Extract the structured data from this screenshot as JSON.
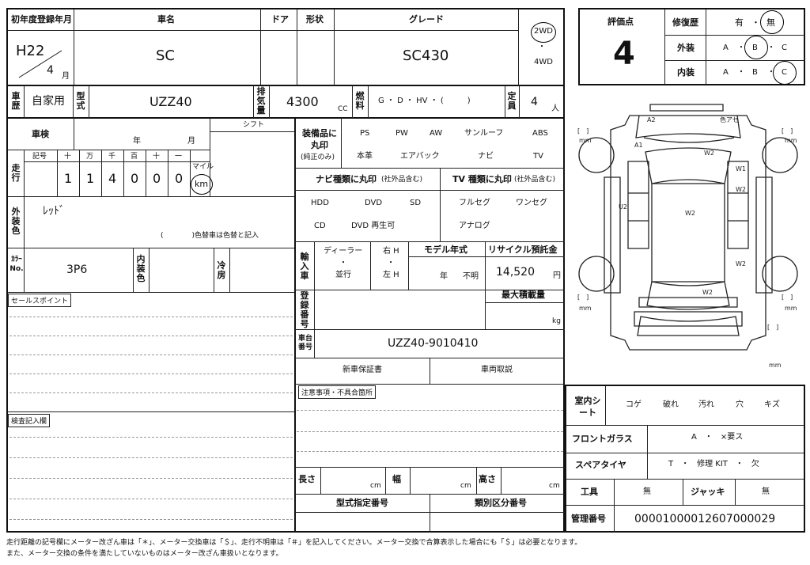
{
  "header": {
    "first_reg_label": "初年度登録年月",
    "era_year": "H22",
    "month": "4",
    "month_unit": "月",
    "car_name_label": "車名",
    "car_name": "SC",
    "door_label": "ドア",
    "shape_label": "形状",
    "grade_label": "グレード",
    "grade": "SC430",
    "drive_2wd": "2WD",
    "drive_dot": "・",
    "drive_4wd": "4WD"
  },
  "rating": {
    "score_label": "評価点",
    "score": "4",
    "repair_label": "修復歴",
    "repair_yes": "有",
    "repair_sep": "・",
    "repair_no": "無",
    "exterior_label": "外装",
    "interior_label": "内装",
    "grade_a": "A",
    "grade_b": "B",
    "grade_c": "C",
    "sep": "・"
  },
  "row2": {
    "usage_label": "車歴",
    "usage": "自家用",
    "model_label": "型式",
    "model": "UZZ40",
    "displacement_label": "排気量",
    "displacement": "4300",
    "cc": "CC",
    "fuel_label": "燃料",
    "fuel_options": "G ・ D ・ HV ・ (　　　)",
    "capacity_label": "定員",
    "capacity": "4",
    "capacity_unit": "人"
  },
  "inspection": {
    "label": "車検",
    "year_unit": "年",
    "month_unit": "月",
    "shift_label": "シフト"
  },
  "mileage": {
    "label": "走行",
    "code_label": "記号",
    "place_labels": [
      "十",
      "万",
      "千",
      "百",
      "十",
      "一"
    ],
    "digits": [
      "1",
      "1",
      "4",
      "0",
      "0",
      "0"
    ],
    "mile_label": "マイル",
    "km_label": "km"
  },
  "color": {
    "label": "外装色",
    "value": "ﾚｯﾄﾞ",
    "change_note": "(　　　　)色替車は色替と記入",
    "code_label": "ｶﾗｰNo.",
    "code": "3P6",
    "interior_color_label": "内装色",
    "ac_label": "冷房"
  },
  "sales_points": {
    "label": "セールスポイント"
  },
  "inspection_notes": {
    "label": "検査記入欄"
  },
  "equipment": {
    "label": "装備品に丸印",
    "sub": "(純正のみ)",
    "row1": [
      "PS",
      "PW",
      "AW",
      "サンルーフ",
      "ABS"
    ],
    "row2": [
      "本革",
      "エアバック",
      "ナビ",
      "TV"
    ]
  },
  "navi": {
    "label": "ナビ種類に丸印",
    "sub": "(社外品含む)",
    "row1": [
      "HDD",
      "DVD",
      "SD"
    ],
    "row2": [
      "CD",
      "DVD 再生可"
    ]
  },
  "tv": {
    "label": "TV 種類に丸印",
    "sub": "(社外品含む)",
    "row1": [
      "フルセグ",
      "ワンセグ"
    ],
    "row2": [
      "アナログ"
    ]
  },
  "import": {
    "label": "輸入車",
    "dealer": "ディーラー",
    "dot": "・",
    "parallel": "並行",
    "right_h": "右 H",
    "left_h": "左 H"
  },
  "model_year": {
    "label": "モデル年式",
    "year": "年",
    "unknown": "不明"
  },
  "recycle": {
    "label": "リサイクル預託金",
    "value": "14,520",
    "unit": "円"
  },
  "registration": {
    "label": "登録番号",
    "max_load_label": "最大積載量",
    "kg": "kg"
  },
  "chassis": {
    "label": "車台番号",
    "value": "UZZ40-9010410"
  },
  "docs": {
    "warranty": "新車保証書",
    "manual": "車両取説"
  },
  "caution": {
    "label": "注意事項・不具合箇所"
  },
  "dimensions": {
    "length": "長さ",
    "width": "幅",
    "height": "高さ",
    "cm": "cm"
  },
  "type_designation": "型式指定番号",
  "category_number": "類別区分番号",
  "interior_sheet": {
    "label": "室内シート",
    "items": [
      "コゲ",
      "破れ",
      "汚れ",
      "穴",
      "キズ"
    ]
  },
  "windshield": {
    "label": "フロントガラス",
    "value": "A　・　×要ス"
  },
  "spare_tire": {
    "label": "スペアタイヤ",
    "value": "T　・　修理 KIT　・　欠"
  },
  "tools": {
    "label": "工具",
    "value": "無",
    "jack_label": "ジャッキ",
    "jack_value": "無"
  },
  "management": {
    "label": "管理番号",
    "value": "00001000012607000029"
  },
  "diagram": {
    "a2": "A2",
    "color_fade": "色アセ",
    "a1": "A1",
    "w2_a": "W2",
    "w1": "W1",
    "w2_b": "W2",
    "u2": "U2",
    "w2_c": "W2",
    "w2_d": "W2",
    "w2_e": "W2",
    "mm": "mm",
    "bracket": "[　]"
  },
  "footer": {
    "line1": "走行距離の記号欄にメーター改ざん車は「＊」、メーター交換車は「＄」、走行不明車は「＃」を記入してください。メーター交換で合算表示した場合にも「＄」は必要となります。",
    "line2": "また、メーター交換の条件を満たしていないものはメーター改ざん車扱いとなります。"
  }
}
